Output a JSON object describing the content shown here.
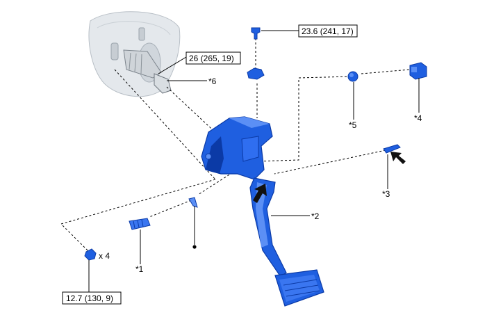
{
  "colors": {
    "part_blue": "#1f5fe0",
    "part_blue_dark": "#0b3aa6",
    "part_blue_light": "#5b8ff5",
    "booster_gray": "#d8dde2",
    "arrow_black": "#111111"
  },
  "torque_specs": {
    "top_bolt": "23.6 (241, 17)",
    "push_rod_clevis": "26 (265, 19)",
    "bracket_nut": "12.7 (130, 9)"
  },
  "quantity": {
    "bracket_nut": "x 4"
  },
  "callouts": {
    "c1": "*1",
    "c2": "*2",
    "c3": "*3",
    "c4": "*4",
    "c5": "*5",
    "c6": "*6"
  },
  "icons": [
    "arrow-icon",
    "dot-icon"
  ]
}
